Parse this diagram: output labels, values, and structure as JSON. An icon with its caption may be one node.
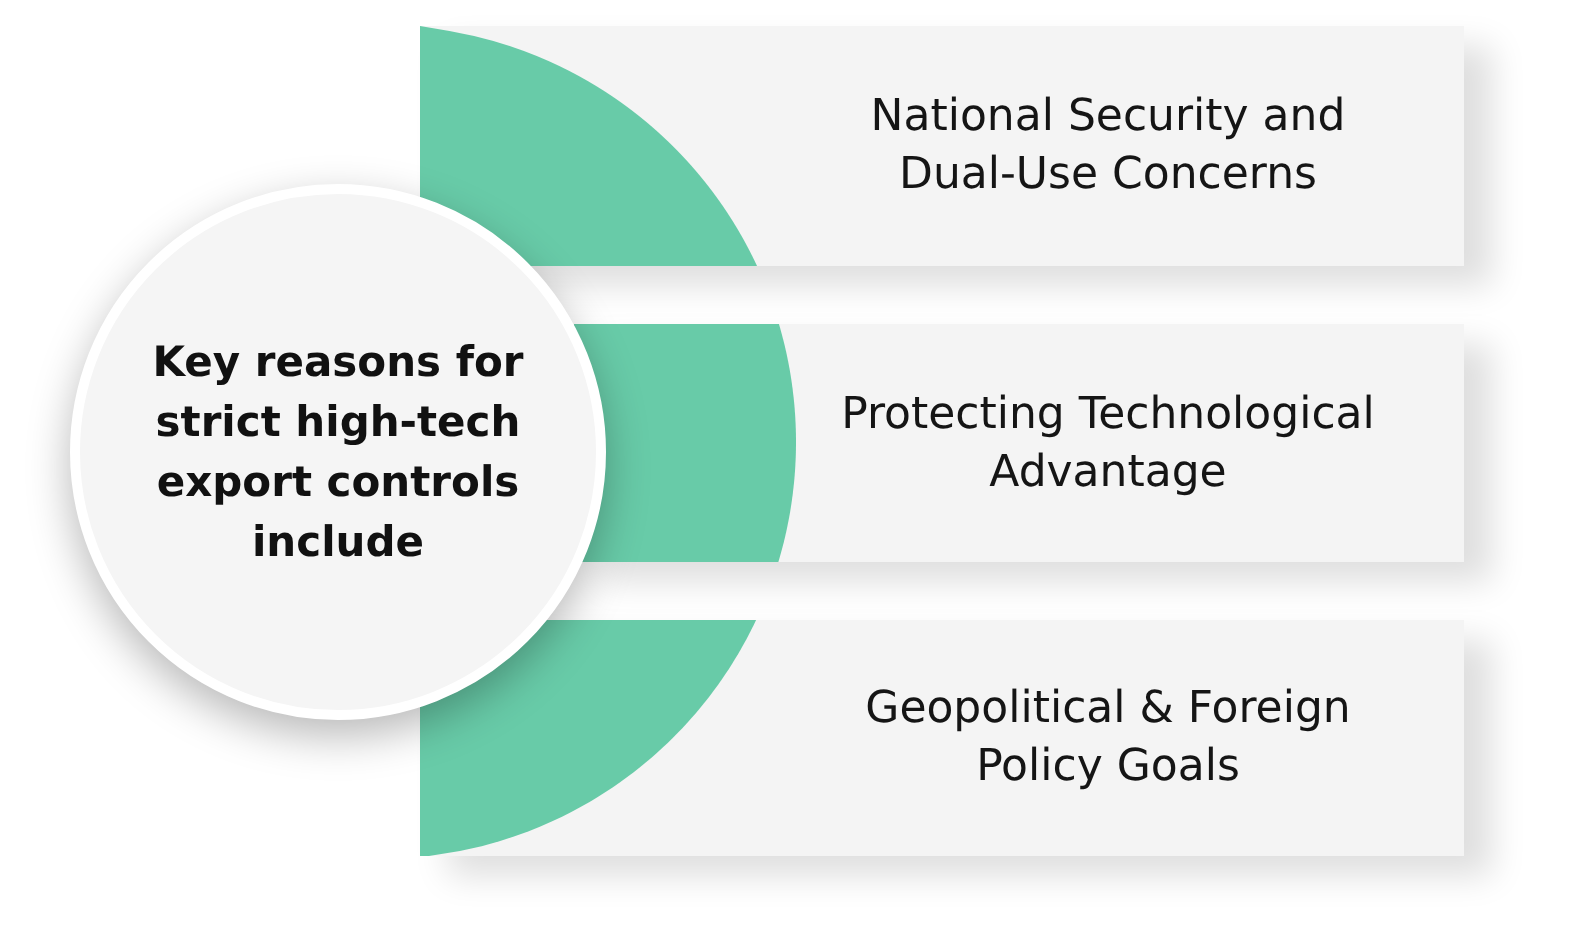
{
  "diagram": {
    "nodes": [
      {
        "text": [
          "Key reasons for strict high-tech export controls include"
        ]
      },
      {
        "text": [
          "National Security and Dual-Use Concerns"
        ]
      },
      {
        "text": [],
        "shape": "segment",
        "in": 1
      },
      {
        "text": [
          "Protecting Technological Advantage"
        ]
      },
      {
        "text": [],
        "shape": "segment",
        "in": 3
      },
      {
        "text": [
          "Geopolitical & Foreign Policy Goals"
        ]
      },
      {
        "text": [],
        "shape": "segment",
        "in": 5
      }
    ]
  }
}
